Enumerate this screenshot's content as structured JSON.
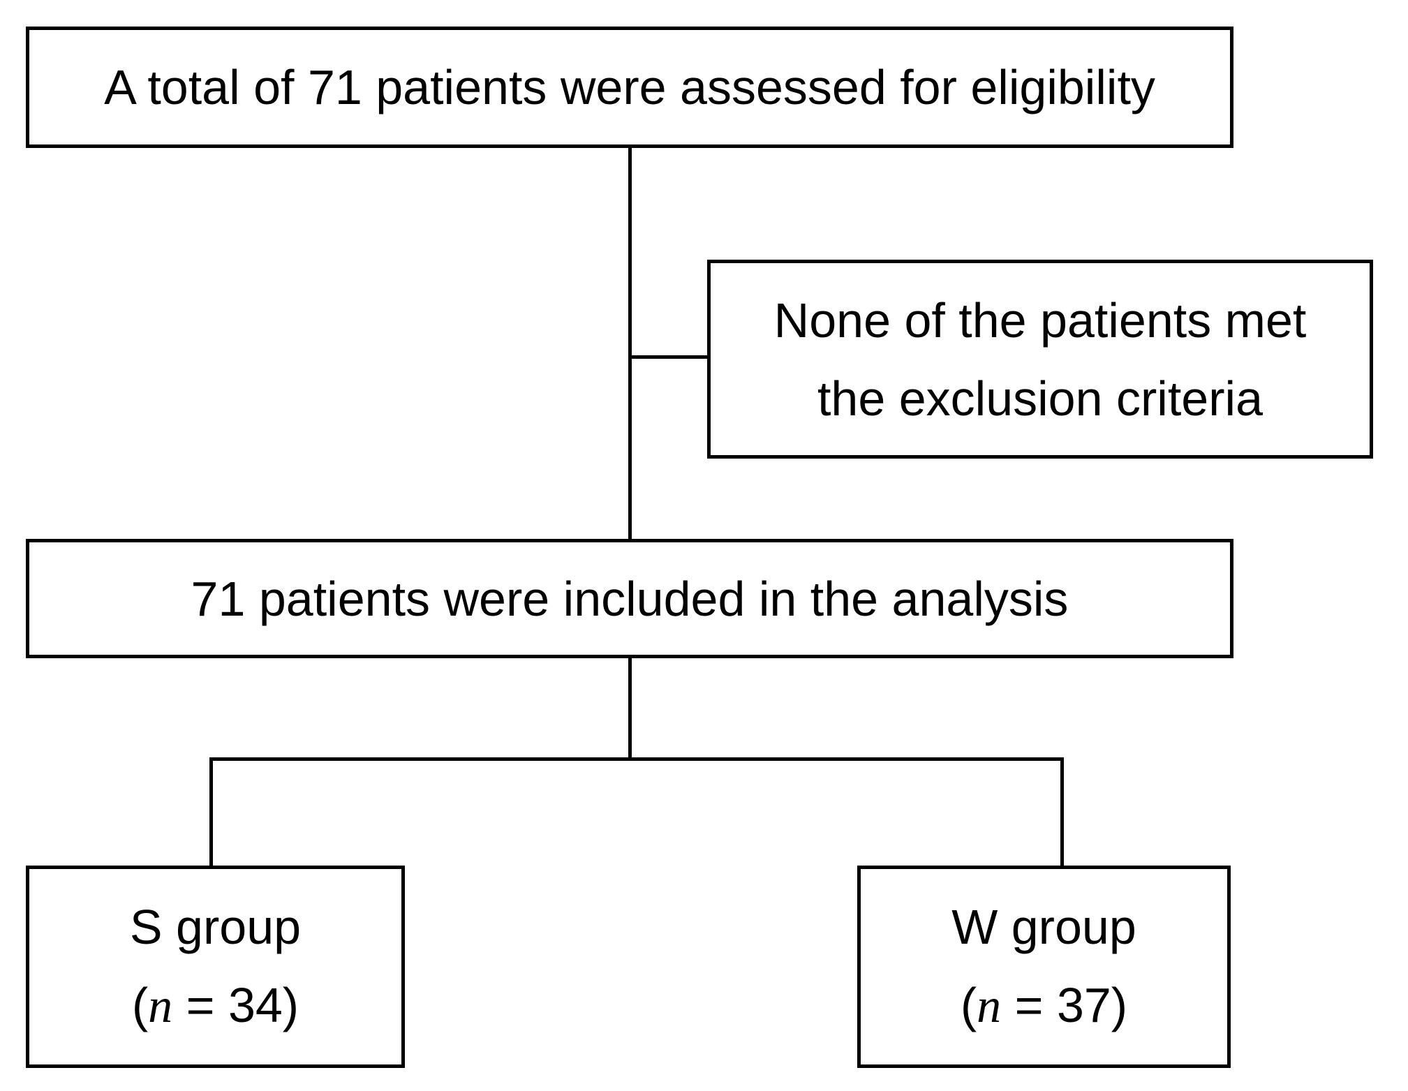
{
  "colors": {
    "background": "#ffffff",
    "line": "#000000",
    "text": "#000000"
  },
  "flowchart": {
    "eligibility": {
      "text": "A total of 71 patients were assessed for eligibility"
    },
    "exclusion": {
      "line1": "None of the patients met",
      "line2": "the exclusion criteria"
    },
    "analysis": {
      "text": "71 patients were included in the analysis"
    },
    "s_group": {
      "title": "S group",
      "count_prefix": "(",
      "count_var": "n",
      "count_suffix": " = 34)"
    },
    "w_group": {
      "title": "W group",
      "count_prefix": "(",
      "count_var": "n",
      "count_suffix": " = 37)"
    }
  }
}
